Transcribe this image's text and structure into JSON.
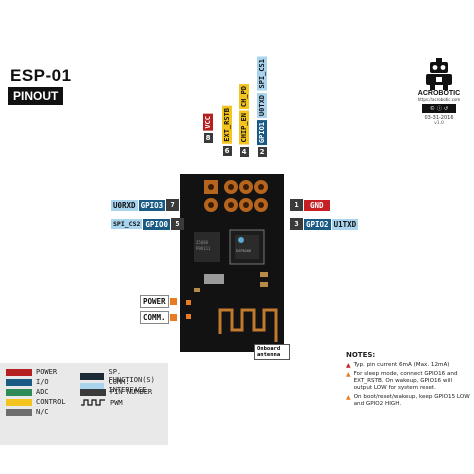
{
  "header": {
    "title": "ESP-01",
    "subtitle": "PINOUT"
  },
  "brand": {
    "name": "ACROBOTIC",
    "url": "https://acrobotic.com",
    "date": "03-31-2016",
    "version": "v1.0"
  },
  "colors": {
    "power": "#b51f1f",
    "io": "#1a5b86",
    "adc": "#2e8b57",
    "control": "#f2c41d",
    "nc": "#6e6e6e",
    "special": "#1b2a36",
    "comm": "#a9d4ee",
    "pin": "#3a3a3a",
    "gnd": "#c61f24",
    "board": "#111111",
    "orange": "#e77c24"
  },
  "top_pins": [
    {
      "number": "8",
      "labels": [
        {
          "text": "VCC",
          "kind": "power"
        }
      ]
    },
    {
      "number": "6",
      "labels": [
        {
          "text": "EXT_RSTB",
          "kind": "control"
        }
      ]
    },
    {
      "number": "4",
      "labels": [
        {
          "text": "CHIP_EN",
          "kind": "control"
        },
        {
          "text": "CH_PD",
          "kind": "control"
        }
      ]
    },
    {
      "number": "2",
      "labels": [
        {
          "text": "GPIO1",
          "kind": "io"
        },
        {
          "text": "U0TXD",
          "kind": "comm"
        },
        {
          "text": "SPI_CS1",
          "kind": "comm"
        }
      ]
    }
  ],
  "left_pins": [
    {
      "number": "7",
      "comm": "U0RXD",
      "gpio": "GPIO3"
    },
    {
      "number": "5",
      "comm": "SPI_CS2",
      "gpio": "GPIO0"
    }
  ],
  "right_pins": [
    {
      "number": "1",
      "label": "GND"
    },
    {
      "number": "3",
      "gpio": "GPIO2",
      "comm": "U1TXD"
    }
  ],
  "side_labels": [
    {
      "text": "POWER"
    },
    {
      "text": "COMM."
    }
  ],
  "antenna_label": "Onboard antenna",
  "chip_text": [
    "ESP8266EX",
    "P0K111",
    "Espressif"
  ],
  "legend": {
    "items": [
      {
        "label": "POWER",
        "color": "#b51f1f"
      },
      {
        "label": "I/O",
        "color": "#1a5b86"
      },
      {
        "label": "ADC",
        "color": "#2e8b57"
      },
      {
        "label": "CONTROL",
        "color": "#f2c41d"
      },
      {
        "label": "N/C",
        "color": "#6e6e6e"
      },
      {
        "label": "SP. FUNCTION(S)",
        "color": "#1b2a36"
      },
      {
        "label": "COMM. INTERFACE",
        "color": "#a9d4ee"
      },
      {
        "label": "PIN NUMBER",
        "color": "#3a3a3a"
      },
      {
        "label": "PWM",
        "color": ""
      }
    ]
  },
  "notes": {
    "title": "NOTES:",
    "items": [
      {
        "icon": "warning-icon",
        "text": "Typ. pin current 6mA (Max. 12mA)"
      },
      {
        "icon": "info-icon",
        "text": "For sleep mode, connect GPIO16 and EXT_RSTB. On wakeup, GPIO16 will output LOW for system reset."
      },
      {
        "icon": "info-icon",
        "text": "On boot/reset/wakeup, keep GPIO15 LOW and GPIO2 HIGH."
      }
    ]
  }
}
